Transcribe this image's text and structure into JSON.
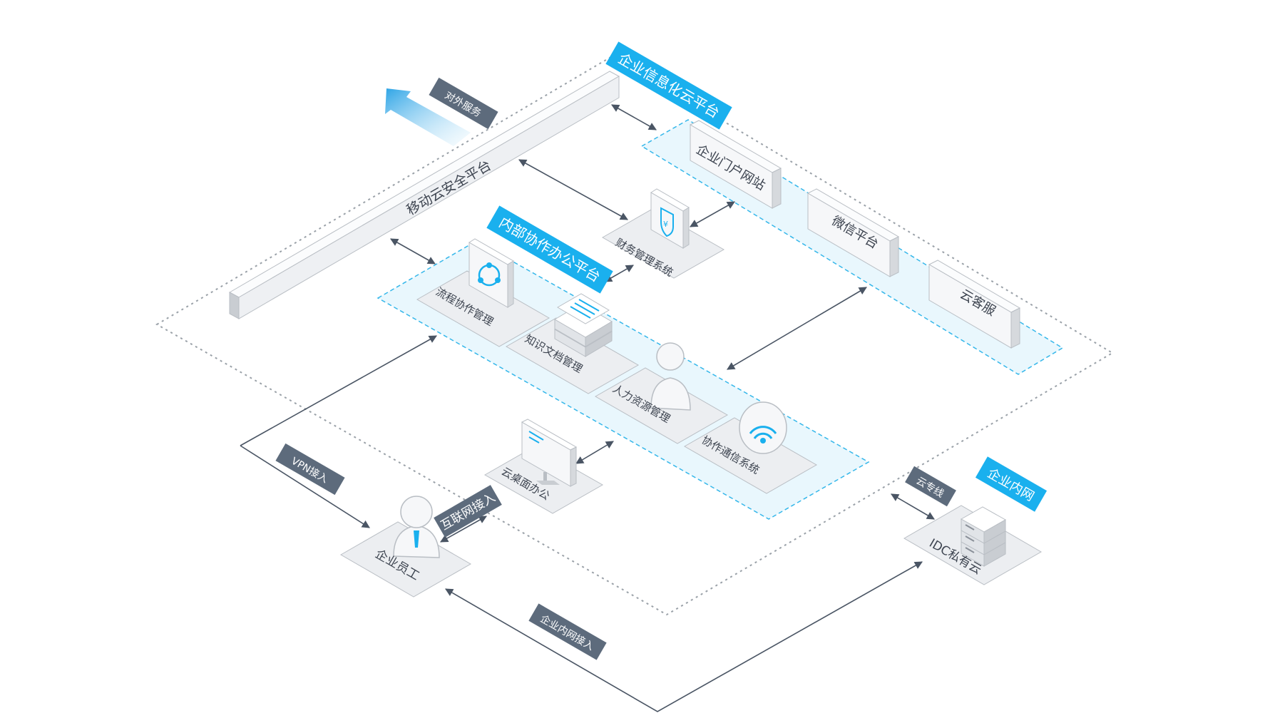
{
  "colors": {
    "accent": "#1ab0ee",
    "dark_tag": "#5d6b7c",
    "line": "#4a5564",
    "dotted": "#9aa1a8",
    "zone_fill": "#e9f7fd",
    "zone_border": "#35b7ea",
    "tile": "#eceef1",
    "tile_edge": "#b9bec4"
  },
  "labels": {
    "cloud_platform": "企业信息化云平台",
    "external_service": "对外服务",
    "mobile_security": "移动云安全平台",
    "portal": "企业门户网站",
    "wechat": "微信平台",
    "cloud_service": "云客服",
    "finance": "财务管理系统",
    "internal_platform": "内部协作办公平台",
    "process": "流程协作管理",
    "knowledge": "知识文档管理",
    "hr": "人力资源管理",
    "comm": "协作通信系统",
    "desktop": "云桌面办公",
    "vpn": "VPN接入",
    "internet": "互联网接入",
    "employee": "企业员工",
    "intranet_access": "企业内网接入",
    "dedicated_line": "云专线",
    "enterprise_intranet": "企业内网",
    "idc": "IDC私有云"
  },
  "icons": {
    "finance_icon": "yen-shield-icon",
    "process_icon": "share-nodes-icon",
    "knowledge_icon": "document-stack-icon",
    "hr_icon": "person-icon",
    "comm_icon": "signal-waves-icon",
    "desktop_icon": "monitor-icon",
    "employee_icon": "employee-tie-icon",
    "idc_icon": "server-rack-icon",
    "arrow_icon": "upward-arrow-icon"
  }
}
